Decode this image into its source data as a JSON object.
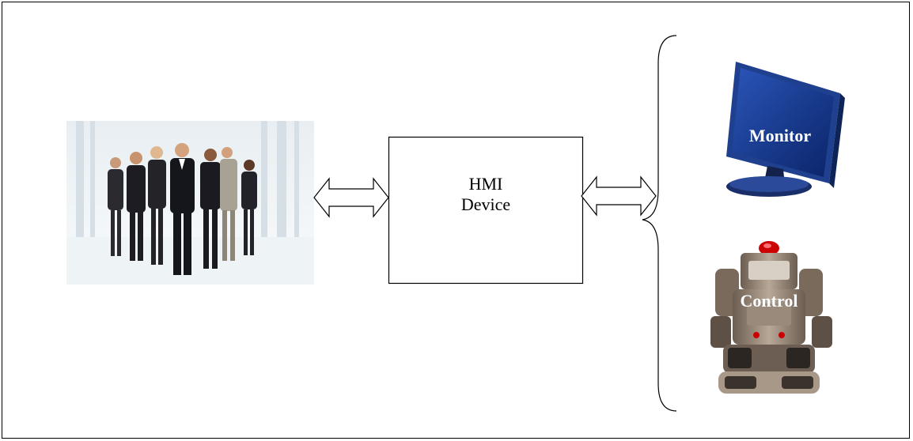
{
  "diagram": {
    "hmi_box": {
      "line1": "HMI",
      "line2": "Device"
    },
    "monitor": {
      "label": "Monitor"
    },
    "control": {
      "label": "Control"
    },
    "colors": {
      "border": "#000000",
      "arrow_fill": "#ffffff",
      "monitor_body": "#1f3f8f",
      "monitor_screen": "#0c2f80",
      "robot_body": "#8a7a6a",
      "robot_light": "#cc0000",
      "label_text": "#ffffff"
    },
    "icons": [
      "people-photo",
      "double-arrow",
      "curly-brace",
      "monitor-icon",
      "robot-icon"
    ]
  }
}
